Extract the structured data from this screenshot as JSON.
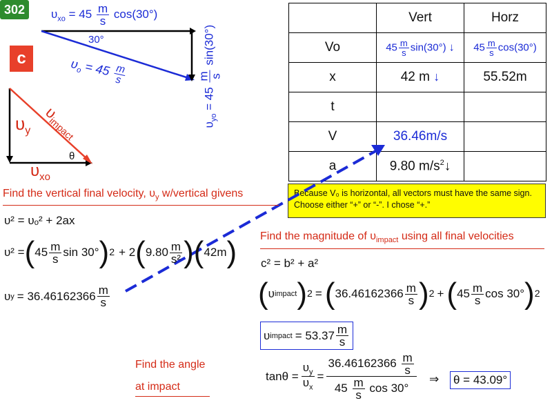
{
  "slide": {
    "number": "302",
    "part": "c"
  },
  "diagram_top": {
    "vxo_eq_lhs": "υ",
    "vxo_eq_sub": "xo",
    "vxo_eq_rest": "= 45",
    "vxo_unit_num": "m",
    "vxo_unit_den": "s",
    "vxo_trig": "cos(30°)",
    "angle": "30°",
    "vo_lhs": "υ",
    "vo_sub": "o",
    "vo_rest": "= 45",
    "vo_unit_num": "m",
    "vo_unit_den": "s",
    "vyo_label": "υ",
    "vyo_sub": "yo",
    "vyo_rest": "= 45",
    "vyo_unit_num": "m",
    "vyo_unit_den": "s",
    "vyo_trig": "sin(30°)"
  },
  "diagram_left": {
    "vy": "υ",
    "vy_sub": "y",
    "vimpact": "υ",
    "vimpact_sub": "impact",
    "theta": "θ",
    "vxo": "υ",
    "vxo_sub": "xo"
  },
  "table": {
    "headers": [
      "",
      "Vert",
      "Horz"
    ],
    "rows": [
      {
        "label": "Vo",
        "vert_num": "m",
        "vert_den": "s",
        "vert_pre": "45",
        "vert_trig": "sin(30°)",
        "horz_pre": "45",
        "horz_num": "m",
        "horz_den": "s",
        "horz_trig": "cos(30°)"
      },
      {
        "label": "x",
        "vert": "42 m",
        "horz": "55.52m"
      },
      {
        "label": "t",
        "vert": "",
        "horz": ""
      },
      {
        "label": "V",
        "vert": "36.46m/s",
        "horz": ""
      },
      {
        "label": "a",
        "vert": "9.80 m/s",
        "vert_sup": "2",
        "horz": ""
      }
    ]
  },
  "note": "Because V₀ is horizontal, all vectors must have the same sign. Choose either “+” or “-”.  I chose “+.”",
  "left_work": {
    "heading": "Find the vertical final velocity, υ",
    "heading_sub": "y",
    "heading_tail": " w/vertical givens",
    "eq1": "υ² = υₒ² + 2ax",
    "eq2_lhs": "υ² =",
    "eq2_a": "45",
    "eq2_num1": "m",
    "eq2_den1": "s",
    "eq2_trig": "sin 30°",
    "eq2_plus": "+ 2",
    "eq2_g": "9.80",
    "eq2_num2": "m",
    "eq2_den2": "s²",
    "eq2_d": "42m",
    "eq3_lhs": "υ",
    "eq3_sub": "y",
    "eq3_val": "= 36.46162366",
    "eq3_num": "m",
    "eq3_den": "s",
    "angle_heading_1": "Find the angle",
    "angle_heading_2": "at impact"
  },
  "right_work": {
    "heading": "Find the magnitude of υ",
    "heading_sub": "impact",
    "heading_tail": " using all final velocities",
    "pyth": "c² = b² + a²",
    "eq_lhs": "υ",
    "eq_lhs_sub": "impact",
    "eq_val1": "36.46162366",
    "eq_num": "m",
    "eq_den": "s",
    "eq_val2": "45",
    "eq_trig": "cos 30°",
    "result_lhs": "υ",
    "result_sub": "impact",
    "result_val": "= 53.37",
    "result_num": "m",
    "result_den": "s",
    "tan_lhs": "tanθ =",
    "tan_num_top": "υ",
    "tan_num_top_sub": "y",
    "tan_den_top": "υ",
    "tan_den_top_sub": "x",
    "tan_val_top": "36.46162366",
    "tan_val_top_unit_num": "m",
    "tan_val_top_unit_den": "s",
    "tan_val_bot": "45",
    "tan_val_bot_unit_num": "m",
    "tan_val_bot_unit_den": "s",
    "tan_val_bot_trig": "cos 30°",
    "arrow": "⇒",
    "answer": "θ = 43.09°"
  },
  "colors": {
    "badge": "#2e8b2e",
    "part": "#e8402a",
    "blue": "#1b2bd6",
    "red": "#d42a16",
    "note_bg": "#fffd00"
  }
}
